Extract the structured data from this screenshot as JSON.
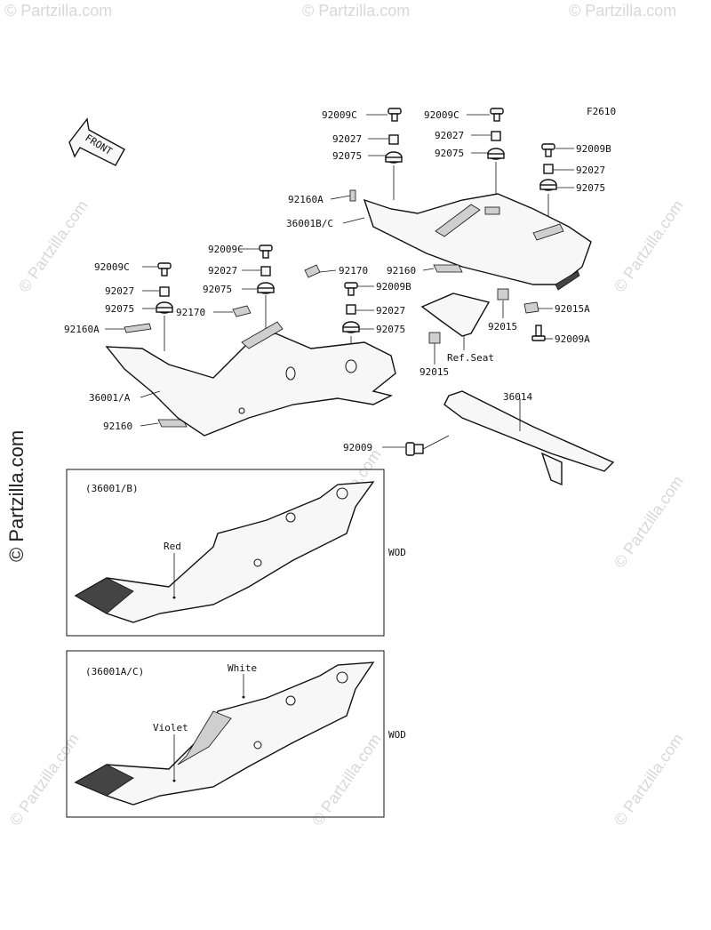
{
  "watermark": {
    "tile_text": "© Partzilla.com",
    "side_text": "© Partzilla.com"
  },
  "figure_code": "F2610",
  "front_arrow": "FRONT",
  "parts": {
    "screw_92009c_a": "92009C",
    "screw_92009c_b": "92009C",
    "screw_92009c_c": "92009C",
    "screw_92009c_d": "92009C",
    "collar_92027_a": "92027",
    "collar_92027_b": "92027",
    "collar_92027_c": "92027",
    "collar_92027_d": "92027",
    "collar_92027_e": "92027",
    "collar_92027_f": "92027",
    "damper_92075_a": "92075",
    "damper_92075_b": "92075",
    "damper_92075_c": "92075",
    "damper_92075_d": "92075",
    "damper_92075_e": "92075",
    "damper_92075_f": "92075",
    "screw_92009b_a": "92009B",
    "screw_92009b_b": "92009B",
    "pad_92160a_a": "92160A",
    "pad_92160a_b": "92160A",
    "cover_36001bc": "36001B/C",
    "pad_92160_a": "92160",
    "pad_92160_b": "92160",
    "clip_92170_a": "92170",
    "clip_92170_b": "92170",
    "cover_36001a": "36001/A",
    "nut_92015_a": "92015",
    "nut_92015_b": "92015",
    "nut_92015a": "92015A",
    "screw_92009a": "92009A",
    "ref_seat": "Ref.Seat",
    "guard_36014": "36014",
    "screw_92009": "92009"
  },
  "inset_top": {
    "code": "(36001/B)",
    "color_label": "Red",
    "region": "WOD"
  },
  "inset_bottom": {
    "code": "(36001A/C)",
    "color_label_top": "White",
    "color_label_side": "Violet",
    "region": "WOD"
  }
}
